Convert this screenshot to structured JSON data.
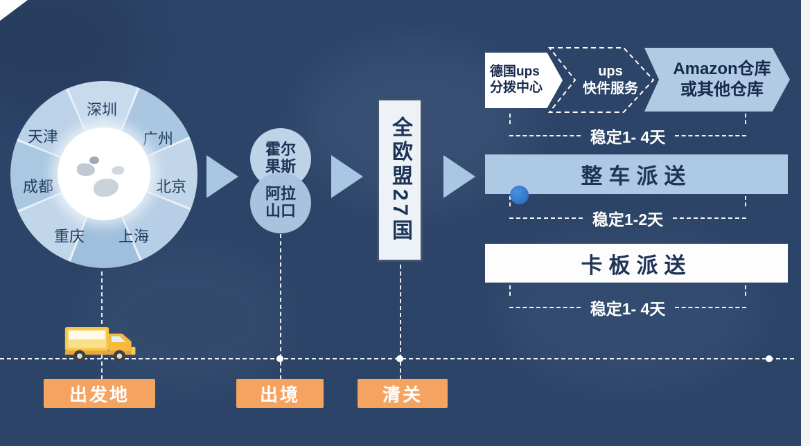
{
  "diagram": {
    "origin_wheel": {
      "cities": [
        "深圳",
        "广州",
        "北京",
        "上海",
        "重庆",
        "成都",
        "天津"
      ]
    },
    "border_ports": [
      {
        "label": "霍尔\n果斯"
      },
      {
        "label": "阿拉\n山口"
      }
    ],
    "destination": {
      "label": "全欧盟27国"
    },
    "ups_flow": {
      "steps": [
        {
          "label": "德国ups\n分拨中心"
        },
        {
          "label": "ups\n快件服务"
        },
        {
          "label": "Amazon仓库\n或其他仓库"
        }
      ],
      "duration": "稳定1- 4天"
    },
    "truckload_delivery": {
      "label": "整车派送",
      "duration": "稳定1-2天"
    },
    "pallet_delivery": {
      "label": "卡板派送",
      "duration": "稳定1- 4天"
    },
    "timeline_stages": [
      {
        "label": "出发地"
      },
      {
        "label": "出境"
      },
      {
        "label": "清关"
      }
    ]
  },
  "colors": {
    "background": "#2c4467",
    "light_blue": "#aecbe5",
    "navy_text": "#1d3357",
    "orange": "#f4a360",
    "white": "#ffffff",
    "cursor_dot": "#2e7cd6"
  }
}
